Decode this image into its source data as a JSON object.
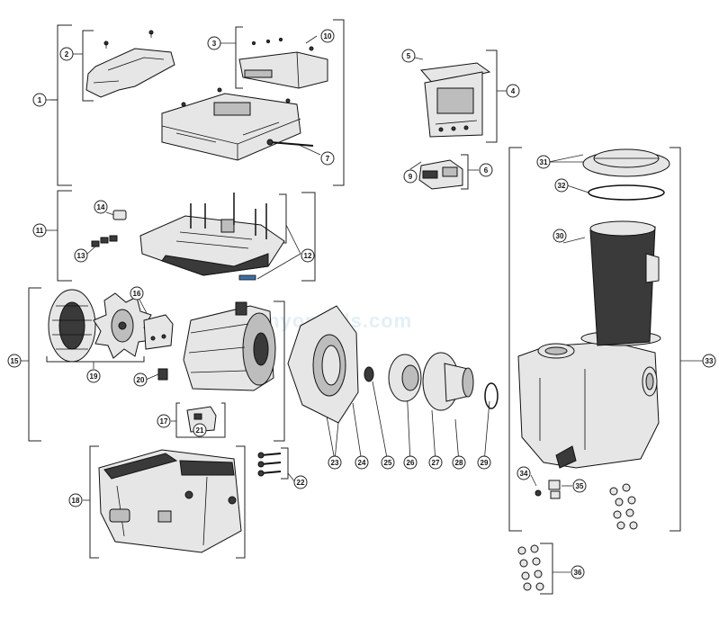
{
  "watermark": "inyopools.com",
  "callouts": [
    "1",
    "2",
    "3",
    "4",
    "5",
    "6",
    "7",
    "9",
    "10",
    "11",
    "12",
    "13",
    "14",
    "15",
    "16",
    "17",
    "18",
    "19",
    "20",
    "21",
    "22",
    "23",
    "24",
    "25",
    "26",
    "27",
    "28",
    "29",
    "30",
    "31",
    "32",
    "33",
    "34",
    "35",
    "36"
  ]
}
